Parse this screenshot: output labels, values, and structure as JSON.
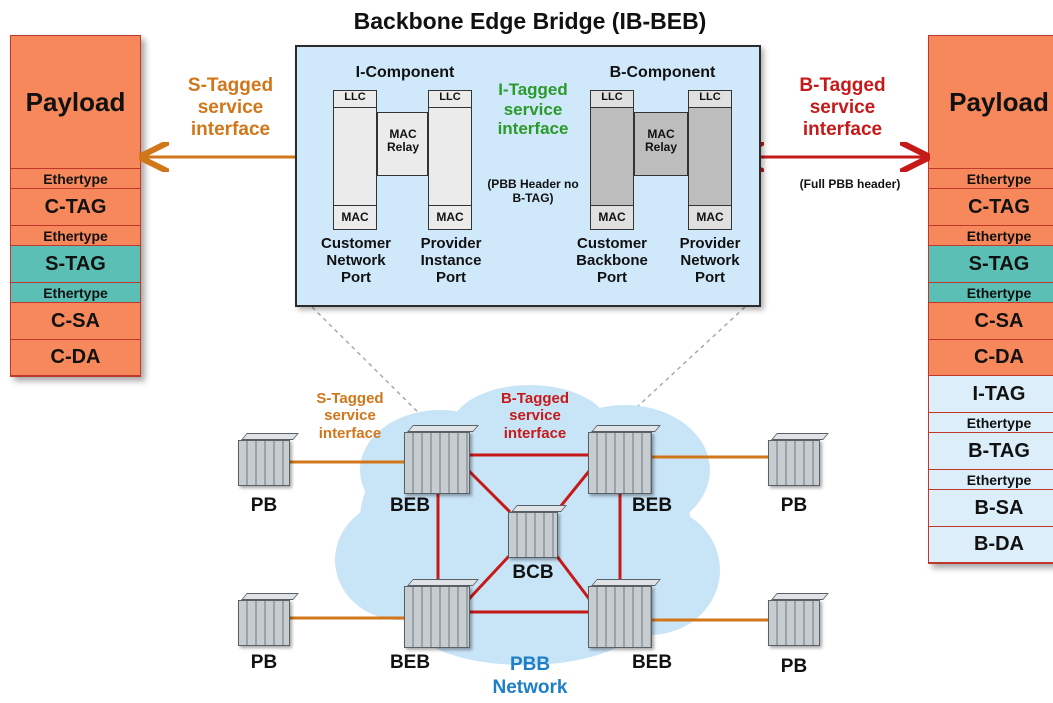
{
  "title": "Backbone Edge Bridge (IB-BEB)",
  "left_stack": [
    {
      "label": "Payload",
      "fill": "orange"
    },
    {
      "label": "Ethertype",
      "fill": "orange"
    },
    {
      "label": "C-TAG",
      "fill": "orange"
    },
    {
      "label": "Ethertype",
      "fill": "orange"
    },
    {
      "label": "S-TAG",
      "fill": "teal"
    },
    {
      "label": "Ethertype",
      "fill": "teal"
    },
    {
      "label": "C-SA",
      "fill": "orange"
    },
    {
      "label": "C-DA",
      "fill": "orange"
    }
  ],
  "right_stack": [
    {
      "label": "Payload",
      "fill": "orange"
    },
    {
      "label": "Ethertype",
      "fill": "orange"
    },
    {
      "label": "C-TAG",
      "fill": "orange"
    },
    {
      "label": "Ethertype",
      "fill": "orange"
    },
    {
      "label": "S-TAG",
      "fill": "teal"
    },
    {
      "label": "Ethertype",
      "fill": "teal"
    },
    {
      "label": "C-SA",
      "fill": "orange"
    },
    {
      "label": "C-DA",
      "fill": "orange"
    },
    {
      "label": "I-TAG",
      "fill": "blue"
    },
    {
      "label": "Ethertype",
      "fill": "blue"
    },
    {
      "label": "B-TAG",
      "fill": "blue"
    },
    {
      "label": "Ethertype",
      "fill": "blue"
    },
    {
      "label": "B-SA",
      "fill": "blue"
    },
    {
      "label": "B-DA",
      "fill": "blue"
    }
  ],
  "interfaces": {
    "s_tagged": "S-Tagged service interface",
    "i_tagged": "I-Tagged service interface",
    "b_tagged": "B-Tagged service interface",
    "pbb_header_note": "(PBB Header no B-TAG)",
    "full_pbb_note": "(Full PBB header)"
  },
  "bridge": {
    "i_component": "I-Component",
    "b_component": "B-Component",
    "llc": "LLC",
    "mac": "MAC",
    "mac_relay": "MAC Relay",
    "ports": {
      "customer_network": "Customer Network Port",
      "provider_instance": "Provider Instance Port",
      "customer_backbone": "Customer Backbone Port",
      "provider_network": "Provider Network Port"
    }
  },
  "network": {
    "s_tagged": "S-Tagged service interface",
    "b_tagged": "B-Tagged service interface",
    "pb": "PB",
    "beb": "BEB",
    "bcb": "BCB",
    "name": "PBB Network"
  },
  "colors": {
    "orange_frame": "#f6885b",
    "teal_frame": "#5cbfb6",
    "blue_frame": "#dceefa",
    "s_tag_arrow": "#d2761a",
    "i_tag_arrow": "#2a9a2a",
    "b_tag_arrow": "#c61a1a",
    "pbb_network_text": "#1f7fc6",
    "bridge_bg": "#cfe9fb"
  }
}
